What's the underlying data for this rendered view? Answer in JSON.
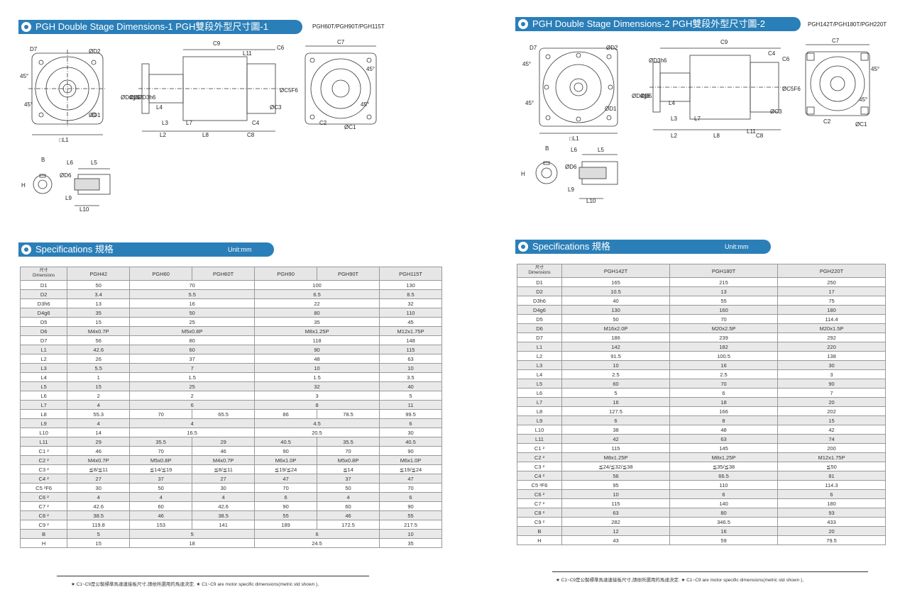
{
  "left": {
    "dim_title": "PGH Double Stage Dimensions-1  PGH雙段外型尺寸圖-1",
    "models": "PGH60T/PGH90T/PGH115T",
    "spec_title": "Specifications  規格",
    "unit": "Unit:mm",
    "dim_header": [
      "尺寸",
      "Dimensions"
    ],
    "columns": [
      "PGH42",
      "PGH60",
      "PGH60T",
      "PGH90",
      "PGH90T",
      "PGH115T"
    ],
    "rows": [
      [
        "D1",
        "50",
        "70",
        "",
        "100",
        "",
        "130"
      ],
      [
        "D2",
        "3.4",
        "5.5",
        "",
        "6.5",
        "",
        "8.5"
      ],
      [
        "D3h6",
        "13",
        "16",
        "",
        "22",
        "",
        "32"
      ],
      [
        "D4g6",
        "35",
        "50",
        "",
        "80",
        "",
        "110"
      ],
      [
        "D5",
        "15",
        "25",
        "",
        "35",
        "",
        "45"
      ],
      [
        "D6",
        "M4x0.7P",
        "M5x0.8P",
        "",
        "M8x1.25P",
        "",
        "M12x1.75P"
      ],
      [
        "D7",
        "56",
        "80",
        "",
        "118",
        "",
        "148"
      ],
      [
        "L1",
        "42.6",
        "60",
        "",
        "90",
        "",
        "115"
      ],
      [
        "L2",
        "26",
        "37",
        "",
        "48",
        "",
        "63"
      ],
      [
        "L3",
        "5.5",
        "7",
        "",
        "10",
        "",
        "10"
      ],
      [
        "L4",
        "1",
        "1.5",
        "",
        "1.5",
        "",
        "3.5"
      ],
      [
        "L5",
        "15",
        "25",
        "",
        "32",
        "",
        "40"
      ],
      [
        "L6",
        "2",
        "2",
        "",
        "3",
        "",
        "5"
      ],
      [
        "L7",
        "4",
        "6",
        "",
        "8",
        "",
        "11"
      ],
      [
        "L8",
        "55.3",
        "70",
        "65.5",
        "86",
        "78.5",
        "99.5"
      ],
      [
        "L9",
        "4",
        "4",
        "",
        "4.5",
        "",
        "6"
      ],
      [
        "L10",
        "14",
        "16.5",
        "",
        "20.5",
        "",
        "30"
      ],
      [
        "L11",
        "29",
        "35.5",
        "29",
        "40.5",
        "35.5",
        "40.5"
      ],
      [
        "C1 ²",
        "46",
        "70",
        "46",
        "90",
        "70",
        "90"
      ],
      [
        "C2 ²",
        "M4x0.7P",
        "M5x0.8P",
        "M4x0.7P",
        "M6x1.0P",
        "M5x0.8P",
        "M6x1.0P"
      ],
      [
        "C3 ²",
        "≦8/≦11",
        "≦14/≦19",
        "≦8/≦11",
        "≦19/≦24",
        "≦14",
        "≦19/≦24"
      ],
      [
        "C4 ²",
        "27",
        "37",
        "27",
        "47",
        "37",
        "47"
      ],
      [
        "C5 ²F6",
        "30",
        "50",
        "30",
        "70",
        "50",
        "70"
      ],
      [
        "C6 ²",
        "4",
        "4",
        "4",
        "6",
        "4",
        "6"
      ],
      [
        "C7 ²",
        "42.6",
        "60",
        "42.6",
        "90",
        "60",
        "90"
      ],
      [
        "C8 ²",
        "38.5",
        "46",
        "38.5",
        "55",
        "46",
        "55"
      ],
      [
        "C9 ²",
        "119.8",
        "153",
        "141",
        "189",
        "172.5",
        "217.5"
      ],
      [
        "B",
        "5",
        "5",
        "",
        "6",
        "",
        "10"
      ],
      [
        "H",
        "15",
        "18",
        "",
        "24.5",
        "",
        "35"
      ]
    ],
    "footnote": "★ C1~C9是公製標準馬達連接板尺寸,請依所選用的馬達決定.    ★ C1~C9 are motor specific dimensions(metric std shown ),"
  },
  "right": {
    "dim_title": "PGH Double Stage Dimensions-2  PGH雙段外型尺寸圖-2",
    "models": "PGH142T/PGH180T/PGH220T",
    "spec_title": "Specifications  規格",
    "unit": "Unit:mm",
    "dim_header": [
      "尺寸",
      "Dimensions"
    ],
    "columns": [
      "PGH142T",
      "PGH180T",
      "PGH220T"
    ],
    "rows": [
      [
        "D1",
        "165",
        "215",
        "250"
      ],
      [
        "D2",
        "10.5",
        "13",
        "17"
      ],
      [
        "D3h6",
        "40",
        "55",
        "75"
      ],
      [
        "D4g6",
        "130",
        "160",
        "180"
      ],
      [
        "D5",
        "50",
        "70",
        "114.4"
      ],
      [
        "D6",
        "M16x2.0P",
        "M20x2.5P",
        "M20x1.5P"
      ],
      [
        "D7",
        "186",
        "239",
        "292"
      ],
      [
        "L1",
        "142",
        "182",
        "220"
      ],
      [
        "L2",
        "91.5",
        "100.5",
        "138"
      ],
      [
        "L3",
        "10",
        "16",
        "30"
      ],
      [
        "L4",
        "2.5",
        "2.5",
        "3"
      ],
      [
        "L5",
        "60",
        "70",
        "90"
      ],
      [
        "L6",
        "5",
        "6",
        "7"
      ],
      [
        "L7",
        "16",
        "18",
        "20"
      ],
      [
        "L8",
        "127.5",
        "166",
        "202"
      ],
      [
        "L9",
        "6",
        "8",
        "15"
      ],
      [
        "L10",
        "38",
        "48",
        "42"
      ],
      [
        "L11",
        "42",
        "63",
        "74"
      ],
      [
        "C1 ²",
        "115",
        "145",
        "200"
      ],
      [
        "C2 ²",
        "M8x1.25P",
        "M8x1.25P",
        "M12x1.75P"
      ],
      [
        "C3 ²",
        "≦24/≦32/≦38",
        "≦35/≦38",
        "≦50"
      ],
      [
        "C4 ²",
        "56",
        "66.5",
        "81"
      ],
      [
        "C5 ²F6",
        "95",
        "110",
        "114.3"
      ],
      [
        "C6 ²",
        "10",
        "6",
        "6"
      ],
      [
        "C7 ²",
        "115",
        "140",
        "180"
      ],
      [
        "C8 ²",
        "63",
        "80",
        "93"
      ],
      [
        "C9 ²",
        "282",
        "346.5",
        "433"
      ],
      [
        "B",
        "12",
        "16",
        "20"
      ],
      [
        "H",
        "43",
        "59",
        "79.5"
      ]
    ],
    "footnote": "★ C1~C9是公製標準馬達連接板尺寸,請依所選用的馬達決定.    ★ C1~C9 are motor specific dimensions(metric std shown ),"
  },
  "drawing_labels": {
    "front": [
      "D7",
      "ØD2",
      "45°",
      "45°",
      "ØD1",
      "□L1"
    ],
    "side": [
      "C9",
      "L11",
      "C6",
      "ØD4g6",
      "ØD5",
      "ØD3h6",
      "ØC5F6",
      "ØC3",
      "L4",
      "L3",
      "L7",
      "C4",
      "L2",
      "L8",
      "C8"
    ],
    "back": [
      "C7",
      "45°",
      "45°",
      "C2",
      "ØC1"
    ],
    "shaft": [
      "B",
      "L6",
      "L5",
      "H",
      "ØD6",
      "L9",
      "L10"
    ]
  },
  "colors": {
    "accent": "#2b7fb8",
    "row_alt": "#e9e9e9",
    "header_bg": "#e6e6e6",
    "line": "#333333"
  }
}
